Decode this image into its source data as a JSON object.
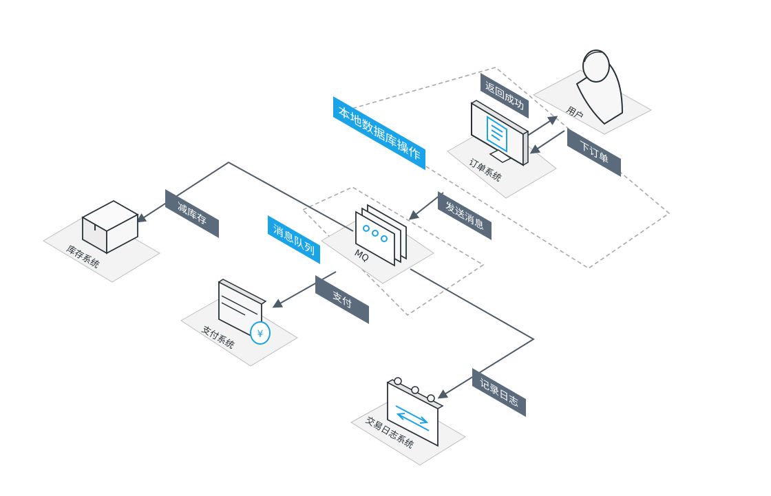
{
  "zones": {
    "local_db": {
      "label": "本地数据库操作"
    },
    "mq": {
      "label": "消息队列"
    }
  },
  "nodes": {
    "user": {
      "label": "用户"
    },
    "order_system": {
      "label": "订单系统"
    },
    "mq": {
      "label": "MQ"
    },
    "inventory_system": {
      "label": "库存系统"
    },
    "payment_system": {
      "label": "支付系统"
    },
    "trade_log_system": {
      "label": "交易日志系统"
    }
  },
  "edges": {
    "return_success": {
      "label": "返回成功"
    },
    "place_order": {
      "label": "下订单"
    },
    "send_message": {
      "label": "发送消息"
    },
    "reduce_stock": {
      "label": "减库存"
    },
    "pay": {
      "label": "支付"
    },
    "write_log": {
      "label": "记录日志"
    }
  },
  "colors": {
    "accent": "#1ba3e8",
    "edge_label_bg": "#5b6b7b",
    "line": "#4e5b68",
    "platform": "#f3f3f3",
    "dashed": "#a8a8a8"
  }
}
